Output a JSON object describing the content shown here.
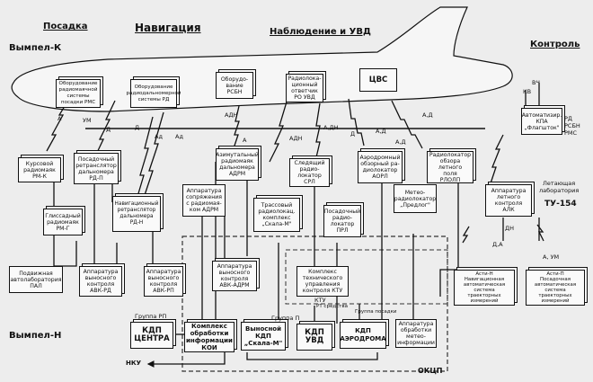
{
  "headers": {
    "posadka": "Посадка",
    "navigation": "Навигация",
    "observation": "Наблюдение и УВД",
    "control": "Контроль"
  },
  "sides": {
    "vympel_k": "Вымпел-К",
    "vympel_n": "Вымпел-Н"
  },
  "onboard": {
    "rms": "Оборудование радиомаячной системы посадки РМС",
    "rsbn_onboard": "Оборудование радиодальномерной системы РД",
    "rsbn": "Оборудо-\nвание\nРСБН",
    "ro_uvd": "Радиолока-\nционный\nответчик\nРО УВД",
    "cvs": "ЦВС"
  },
  "ground": {
    "rm_k": "Курсовой\nрадиомаяк\nРМ-К",
    "rd_p": "Посадочный\nретранслятор\nдальномера\nРД-П",
    "rd_n": "Навигационный\nретранслятор\nдальномера\nРД-Н",
    "adrm": "Азимутальный\nрадиомаяк\nдальномера\nАДРМ",
    "srl": "Следящий\nрадио-\nлокатор\nСРЛ",
    "aorl": "Аэродромный\nобзорный ра-\nдиолокатор\nАОРЛ",
    "rlolp": "Радиолокатор\nобзора летного\nполя\nРЛОЛП",
    "rm_g": "Глиссадный\nрадиомаяк\nРМ-Г",
    "pal": "Подвижная\nавтолаборатория\nПАЛ",
    "avk_rd": "Аппаратура\nвыносного\nконтроля\nАВК-РД",
    "avk_rp": "Аппаратура\nвыносного\nконтроля\nАВК-РП",
    "adrm_sopr": "Аппаратура\nсопряжения\nс радиомая-\nком    АДРМ",
    "skala": "Трассовый\nрадиолокац.\nкомплекс\n„Скала-М\"",
    "prl": "Посадочный\nрадио-\nлокатор\nПРЛ",
    "predlog": "Метео-\nрадиолокатор\n„Предлог\"",
    "avk_adrm": "Аппаратура\nвыносного\nконтроля\nАВК-АДРМ",
    "ktu": "Комплекс\nтехнического\nуправления\nконтроля КТУ",
    "koi": "Комплекс\nобработки\nинформации\nКОИ",
    "kdp_center": "КДП\nЦЕНТРА",
    "kdp_skala": "Выносной\nКДП\n„Скала-М\"",
    "kdp_uvd": "КДП\nУВД",
    "kdp_aero": "КДП\nАЭРОДРОМА",
    "meteo": "Аппаратура\nобработки\nметео-\nинформации",
    "alk": "Аппаратура\nлетного\nконтроля\nАЛК",
    "asti_n": "Асти-Н\nНавигационная\nавтоматическая\nсистема\nтраекторных\nизмерений",
    "asti_p": "Асти-П\nПосадочная\nавтоматическая\nсистема\nтраекторных\nизмерений",
    "kpa": "Автоматизир.\nКПА\n„Флагшток\""
  },
  "labels": {
    "a1": "А",
    "um1": "УМ",
    "d1": "Д",
    "d2": "Д",
    "ad1": "Ад",
    "ad2": "Ад",
    "a2": "А",
    "adn1": "АДН",
    "adn2": "АДН",
    "adn3": "А,ДН",
    "d3": "Д",
    "ad3": "А,Д",
    "ad4": "А,Д",
    "ad5": "А,Д",
    "rt": "РТ средства",
    "group_rp": "Группа РП",
    "group_p": "Группа П",
    "group_pos": "Группа посадки",
    "nku": "НКУ",
    "okcp": "ОКЦП",
    "vch": "ВЧ",
    "kv": "КВ",
    "lab": "Летающая\nлаборатория",
    "tu154": "ТУ-154",
    "kpa_rd": "РД",
    "kpa_rsbn": "РСБН",
    "kpa_rms": "РМС",
    "da": "Д,А",
    "dn": "ДН",
    "a_um": "А, УМ",
    "ktu_lbl": "КТУ"
  }
}
